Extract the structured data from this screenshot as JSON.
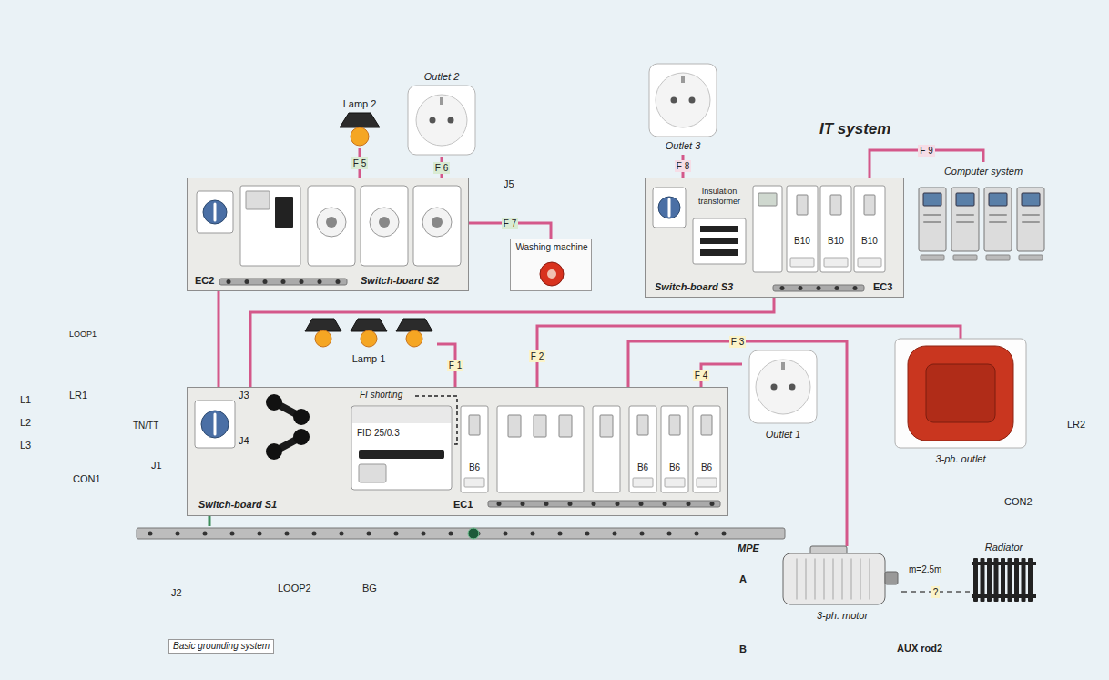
{
  "diagram": {
    "nodes": [
      {
        "text": [
          "Lamp 2"
        ]
      },
      {
        "text": [
          "Outlet 2"
        ]
      },
      {
        "text": [
          "Switch-board S2",
          "EC2"
        ]
      },
      {
        "text": [
          "Washing machine"
        ]
      },
      {
        "text": [
          "IT system"
        ]
      },
      {
        "text": [
          "Outlet 3"
        ],
        "in": 4
      },
      {
        "text": [
          "Switch-board S3",
          "EC3"
        ],
        "in": 4
      },
      {
        "text": [
          "Insulation transformer"
        ],
        "in": 6
      },
      {
        "text": [
          "B10"
        ],
        "in": 6
      },
      {
        "text": [
          "B10"
        ],
        "in": 6
      },
      {
        "text": [
          "B10"
        ],
        "in": 6
      },
      {
        "text": [
          "Computer system"
        ],
        "in": 4
      },
      {
        "text": [
          "Lamp 1"
        ]
      },
      {
        "text": [
          "Switch-board S1",
          "EC1"
        ]
      },
      {
        "text": [
          "FID 25/0.3"
        ],
        "in": 13
      },
      {
        "text": [
          "B6"
        ],
        "in": 13
      },
      {
        "text": [
          "B6"
        ],
        "in": 13
      },
      {
        "text": [
          "B6"
        ],
        "in": 13
      },
      {
        "text": [
          "B6"
        ],
        "in": 13
      },
      {
        "text": [
          "Outlet 1"
        ]
      },
      {
        "text": [
          "3-ph. outlet"
        ]
      },
      {
        "text": [
          "3-ph. motor"
        ]
      },
      {
        "text": [
          "Radiator"
        ]
      },
      {
        "text": [
          "MPE"
        ]
      }
    ],
    "edges": [
      {
        "from": 2,
        "to": 0,
        "label": "F 5",
        "arrow": "none"
      },
      {
        "from": 2,
        "to": 1,
        "label": "F 6",
        "arrow": "none"
      },
      {
        "from": 2,
        "to": 3,
        "label": "F 7",
        "arrow": "none"
      },
      {
        "from": 6,
        "to": 5,
        "label": "F 8",
        "arrow": "none"
      },
      {
        "from": 6,
        "to": 11,
        "label": "F 9",
        "arrow": "none"
      },
      {
        "from": 13,
        "to": 12,
        "label": "F 1",
        "arrow": "none"
      },
      {
        "from": 13,
        "to": 20,
        "label": "F 2",
        "arrow": "none"
      },
      {
        "from": 13,
        "to": 21,
        "label": "F 3",
        "arrow": "none"
      },
      {
        "from": 13,
        "to": 19,
        "label": "F 4",
        "arrow": "none"
      },
      {
        "from": 13,
        "to": 2,
        "arrow": "none"
      },
      {
        "from": 13,
        "to": 6,
        "arrow": "none"
      },
      {
        "from": 21,
        "to": 22,
        "label": "?",
        "arrow": "none"
      },
      {
        "from": 13,
        "to": 23,
        "arrow": "none"
      }
    ],
    "labels": [
      "J5",
      "LOOP1",
      "L1",
      "L2",
      "L3",
      "LR1",
      "FI shorting",
      "J3",
      "TN/TT",
      "J4",
      "J1",
      "CON1",
      "CON2",
      "LR2",
      "m=2.5m",
      "A",
      "J2",
      "LOOP2",
      "BG",
      "Basic grounding system",
      "B",
      "AUX rod2"
    ]
  }
}
